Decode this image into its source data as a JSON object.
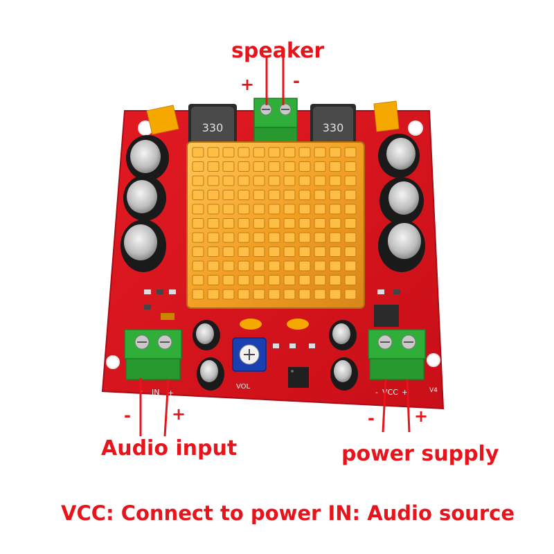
{
  "labels": {
    "speaker": "speaker",
    "speaker_plus": "+",
    "speaker_minus": "-",
    "audio_input": "Audio input",
    "audio_minus": "-",
    "audio_plus": "+",
    "power_supply": "power supply",
    "power_minus": "-",
    "power_plus": "+"
  },
  "board": {
    "inductor_left": "330",
    "inductor_right": "330",
    "silk_in": "IN",
    "silk_vcc": "VCC",
    "silk_vol": "VOL",
    "silk_v4": "V4",
    "silk_minus_in": "-",
    "silk_plus_in": "+",
    "silk_minus_vcc": "-",
    "silk_plus_vcc": "+"
  },
  "footer": "VCC: Connect to power IN: Audio source",
  "colors": {
    "label_red": "#e8141c",
    "pcb_red": "#d8141e",
    "heatsink_gold": "#f0a020",
    "terminal_green": "#2fae3a",
    "capacitor_black": "#1a1a1a",
    "chip_yellow": "#f5a800"
  }
}
